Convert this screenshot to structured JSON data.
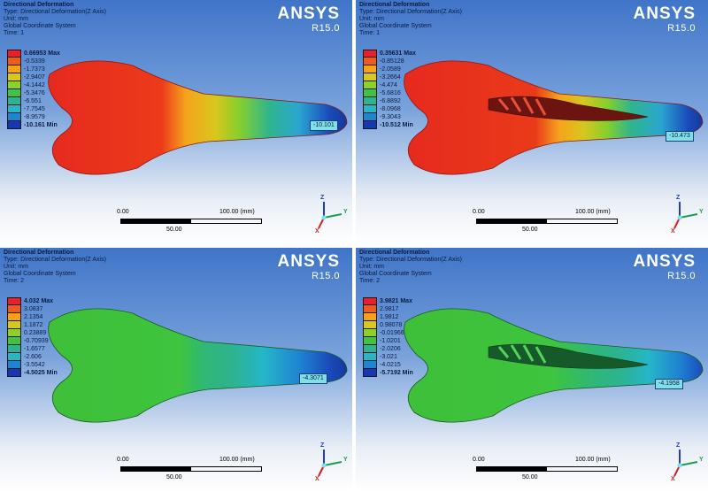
{
  "header": {
    "line1": "Directional Deformation",
    "line2": "Type: Directional Deformation(Z Axis)",
    "line3": "Unit: mm",
    "line4": "Global Coordinate System"
  },
  "logo": {
    "brand": "ANSYS",
    "version": "R15.0"
  },
  "scale": {
    "start": "0.00",
    "mid": "50.00",
    "end": "100.00 (mm)"
  },
  "axes": {
    "z": "Z",
    "y": "Y",
    "x": "X"
  },
  "legend_colors": [
    "#e8202a",
    "#f05a1c",
    "#f7a11a",
    "#d9c81c",
    "#8fd12a",
    "#3ec43e",
    "#2db38f",
    "#25b6c9",
    "#1f84d1",
    "#1437b8"
  ],
  "colors": {
    "cyan_probe": "#7fe0e8",
    "model_outline": "#1b3f7a"
  },
  "panels": [
    {
      "time": "Time: 1",
      "probe": "-10.101",
      "legend": [
        "0.66953 Max",
        "-0.5339",
        "-1.7373",
        "-2.9407",
        "-4.1442",
        "-5.3476",
        "-6.551",
        "-7.7545",
        "-8.9579",
        "-10.161 Min"
      ]
    },
    {
      "time": "Time: 1",
      "probe": "-10.473",
      "legend": [
        "0.35631 Max",
        "-0.85128",
        "-2.0589",
        "-3.2664",
        "-4.474",
        "-5.6816",
        "-6.8892",
        "-8.0968",
        "-9.3043",
        "-10.512 Min"
      ]
    },
    {
      "time": "Time: 2",
      "probe": "-4.3071",
      "legend": [
        "4.032 Max",
        "3.0837",
        "2.1354",
        "1.1872",
        "0.23889",
        "-0.70939",
        "-1.6577",
        "-2.606",
        "-3.5542",
        "-4.5025 Min"
      ]
    },
    {
      "time": "Time: 2",
      "probe": "-4.1958",
      "legend": [
        "3.9821 Max",
        "2.9817",
        "1.9812",
        "0.98078",
        "-0.019667",
        "-1.0201",
        "-2.0206",
        "-3.021",
        "-4.0215",
        "-5.7192 Min"
      ]
    }
  ]
}
